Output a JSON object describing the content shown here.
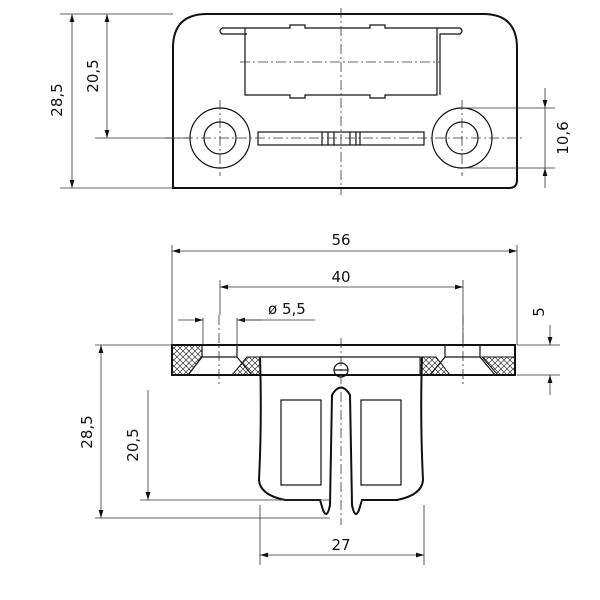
{
  "top_view": {
    "dims": {
      "height_total": "28,5",
      "height_hole": "20,5",
      "hole_outer": "10,6"
    }
  },
  "side_view": {
    "dims": {
      "width_total": "56",
      "hole_spacing": "40",
      "hole_dia": "ø 5,5",
      "thickness": "5",
      "height_total": "28,5",
      "height_window": "20,5",
      "body_width": "27"
    }
  }
}
